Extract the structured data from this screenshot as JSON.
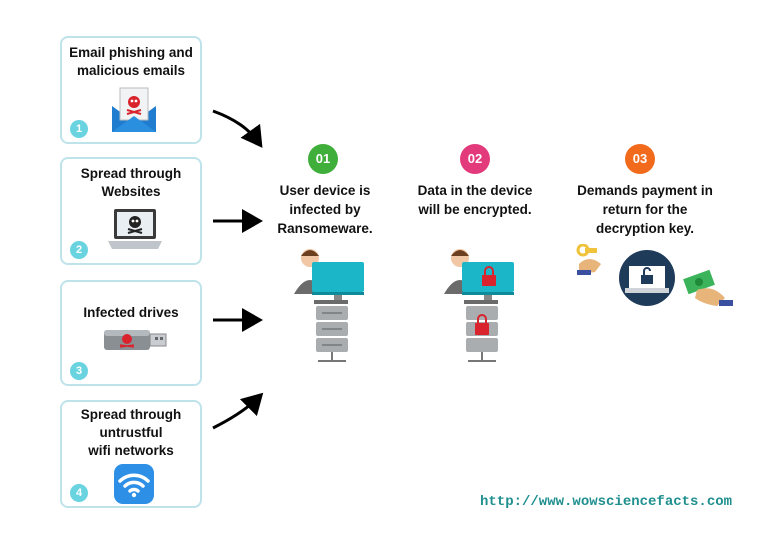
{
  "sources": [
    {
      "title": "Email phishing and\nmalicious emails",
      "num": "1",
      "icon": "email-skull-icon"
    },
    {
      "title": "Spread through\nWebsites",
      "num": "2",
      "icon": "laptop-skull-icon"
    },
    {
      "title": "Infected drives",
      "num": "3",
      "icon": "usb-skull-icon"
    },
    {
      "title": "Spread through\nuntrustful\nwifi networks",
      "num": "4",
      "icon": "wifi-icon"
    }
  ],
  "steps": [
    {
      "num": "01",
      "text": "User device is\ninfected by\nRansomeware.",
      "color": "#3fae3a"
    },
    {
      "num": "02",
      "text": "Data in the device\nwill be encrypted.",
      "color": "#e23a7a"
    },
    {
      "num": "03",
      "text": "Demands payment in\nreturn for the\ndecryption key.",
      "color": "#f26a1b"
    }
  ],
  "footer_url": "http://www.wowsciencefacts.com",
  "colors": {
    "card_border": "#bfe3ea",
    "badge": "#6ad3e0",
    "url": "#1f8f8f",
    "lock": "#d9232d"
  }
}
